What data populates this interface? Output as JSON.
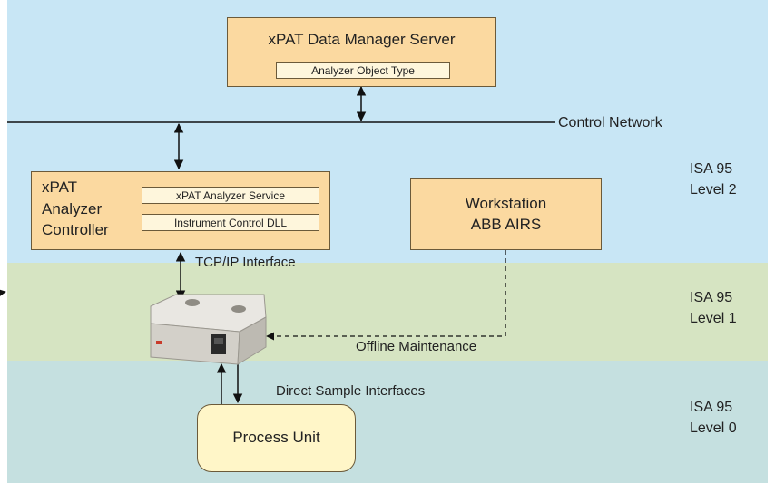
{
  "colors": {
    "level2_band": "#c8e6f5",
    "level1_band": "#d6e4c2",
    "level0_band": "#c5e0e0",
    "box_fill": "#fbd9a0",
    "process_fill": "#fff6c8"
  },
  "server": {
    "title": "xPAT Data Manager Server",
    "object_type": "Analyzer Object Type"
  },
  "network": {
    "label": "Control Network"
  },
  "controller": {
    "title_line1": "xPAT",
    "title_line2": "Analyzer",
    "title_line3": "Controller",
    "service": "xPAT Analyzer Service",
    "dll": "Instrument Control DLL"
  },
  "workstation": {
    "line1": "Workstation",
    "line2": "ABB AIRS"
  },
  "interfaces": {
    "tcpip": "TCP/IP Interface",
    "offline": "Offline Maintenance",
    "direct_sample": "Direct Sample Interfaces"
  },
  "process_unit": {
    "label": "Process Unit"
  },
  "levels": [
    {
      "line1": "ISA 95",
      "line2": "Level 2"
    },
    {
      "line1": "ISA 95",
      "line2": "Level 1"
    },
    {
      "line1": "ISA 95",
      "line2": "Level 0"
    }
  ]
}
